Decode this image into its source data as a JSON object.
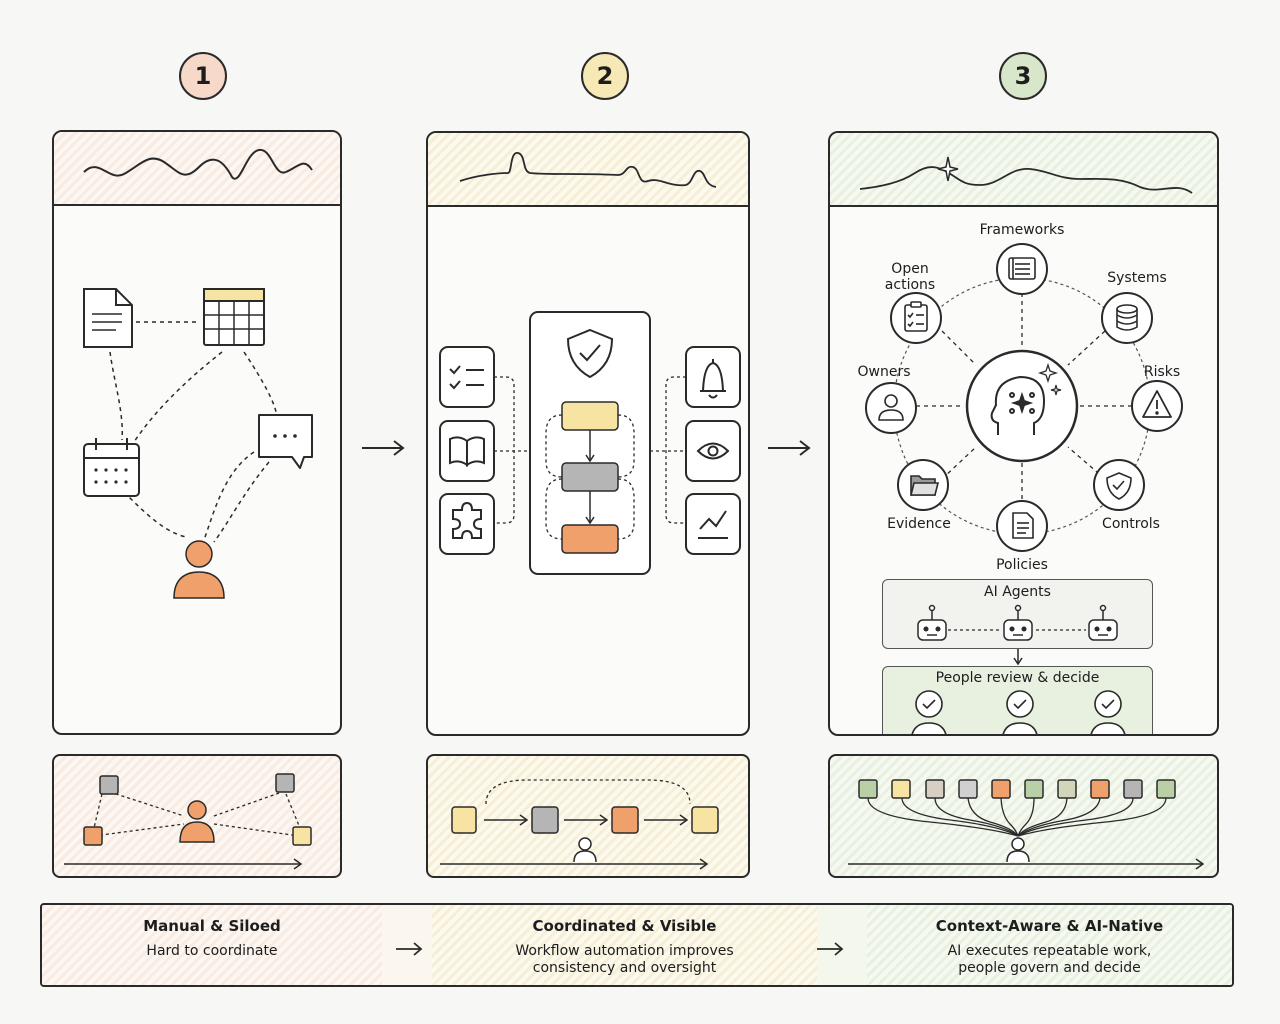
{
  "steps": [
    {
      "number": "1",
      "color": "#f6d9c8"
    },
    {
      "number": "2",
      "color": "#f7e9b6"
    },
    {
      "number": "3",
      "color": "#d8e6c9"
    }
  ],
  "panel3": {
    "nodes": {
      "frameworks": "Frameworks",
      "systems": "Systems",
      "open_actions": "Open\nactions",
      "owners": "Owners",
      "risks": "Risks",
      "evidence": "Evidence",
      "controls": "Controls",
      "policies": "Policies"
    },
    "agents_title": "AI Agents",
    "people_title": "People review & decide"
  },
  "stages": [
    {
      "title": "Manual & Siloed",
      "desc": "Hard to coordinate"
    },
    {
      "title": "Coordinated & Visible",
      "desc": "Workflow automation improves\nconsistency and oversight"
    },
    {
      "title": "Context-Aware & AI-Native",
      "desc": "AI executes repeatable work,\npeople govern and decide"
    }
  ],
  "colors": {
    "orange": "#f0a06a",
    "yellow": "#f7e3a2",
    "gray": "#b5b5b5",
    "green": "#b9cfa6",
    "olive": "#d2d5b8"
  }
}
